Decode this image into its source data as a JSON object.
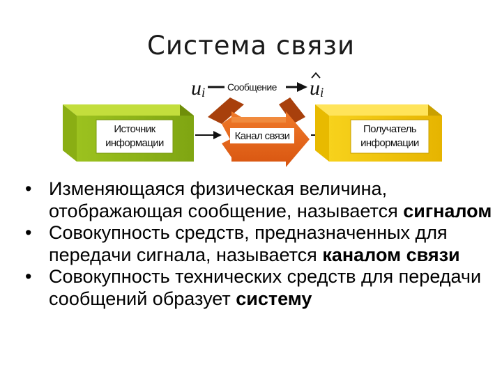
{
  "title": "Система связи",
  "diagram": {
    "symbol_in": "u",
    "symbol_in_sub": "i",
    "symbol_out": "u",
    "symbol_out_sub": "i",
    "message_label": "Сообщение",
    "source_line1": "Источник",
    "source_line2": "информации",
    "channel_label": "Канал связи",
    "receiver_line1": "Получатель",
    "receiver_line2": "информации",
    "colors": {
      "source_front": "#8fb31a",
      "source_top": "#c3de3c",
      "source_side": "#7a9a0e",
      "channel": "#e2661b",
      "channel_dark": "#a8400c",
      "receiver_front": "#f0c20a",
      "receiver_top": "#ffe45a",
      "receiver_side": "#d6a800"
    }
  },
  "bullets": [
    {
      "bullet": "•",
      "text": "Изменяющаяся физическая величина, отображающая сообщение, называется ",
      "bold": "сигналом"
    },
    {
      "bullet": "•",
      "text": "Совокупность средств, предназначенных для передачи сигнала, называется ",
      "bold": "каналом связи"
    },
    {
      "bullet": "•",
      "text": "Совокупность технических средств для передачи сообщений образует ",
      "bold": "систему"
    }
  ]
}
